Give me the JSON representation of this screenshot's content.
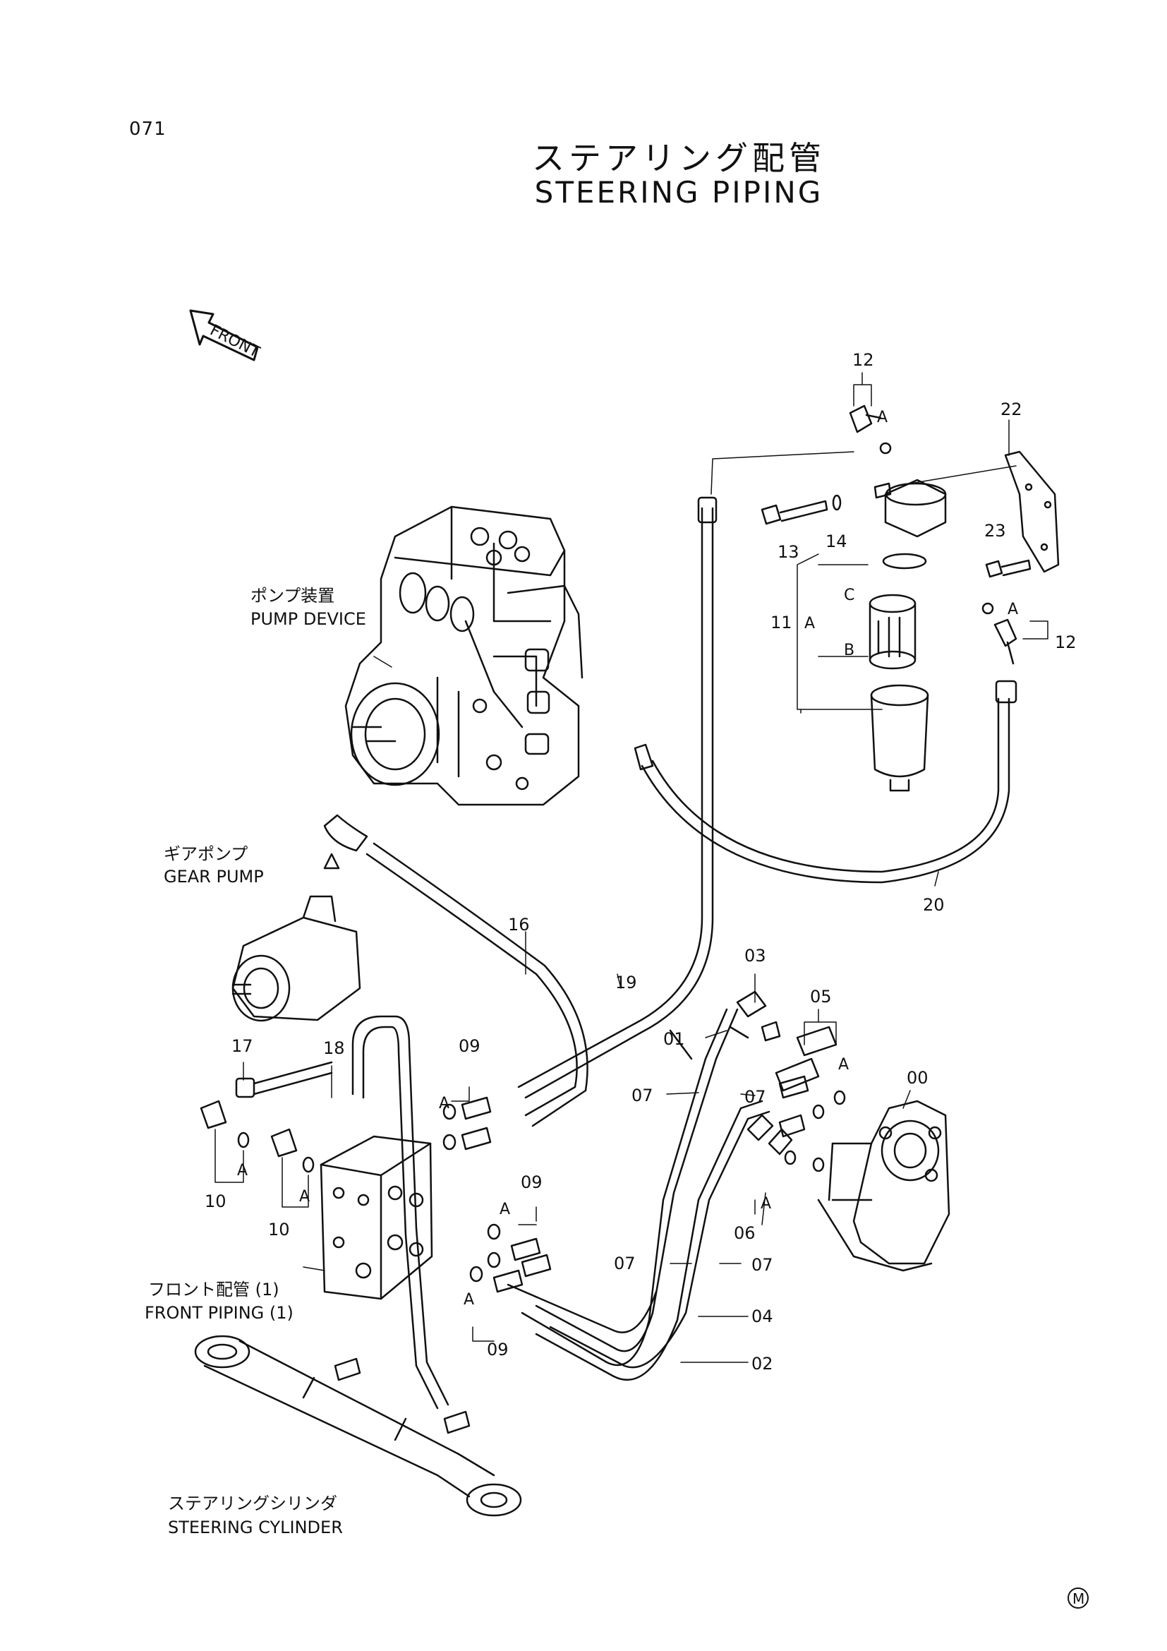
{
  "page": {
    "number": "071"
  },
  "title": {
    "ja": "ステアリング配管",
    "en": "STEERING PIPING"
  },
  "front_indicator": "FRONT",
  "components": {
    "pump_device": {
      "ja": "ポンプ装置",
      "en": "PUMP DEVICE"
    },
    "gear_pump": {
      "ja": "ギアポンプ",
      "en": "GEAR PUMP"
    },
    "front_piping": {
      "ja": "フロント配管 (1)",
      "en": "FRONT PIPING (1)"
    },
    "steering_cylinder": {
      "ja": "ステアリングシリンダ",
      "en": "STEERING CYLINDER"
    }
  },
  "callouts": {
    "p00": "00",
    "p01": "01",
    "p02": "02",
    "p03": "03",
    "p04": "04",
    "p05": "05",
    "p06": "06",
    "p07": "07",
    "p09": "09",
    "p10": "10",
    "p11": "11",
    "p12": "12",
    "p13": "13",
    "p14": "14",
    "p16": "16",
    "p17": "17",
    "p18": "18",
    "p19": "19",
    "p20": "20",
    "p22": "22",
    "p23": "23"
  },
  "sub_marks": {
    "a": "A",
    "b": "B",
    "c": "C"
  },
  "corner_mark": "M"
}
